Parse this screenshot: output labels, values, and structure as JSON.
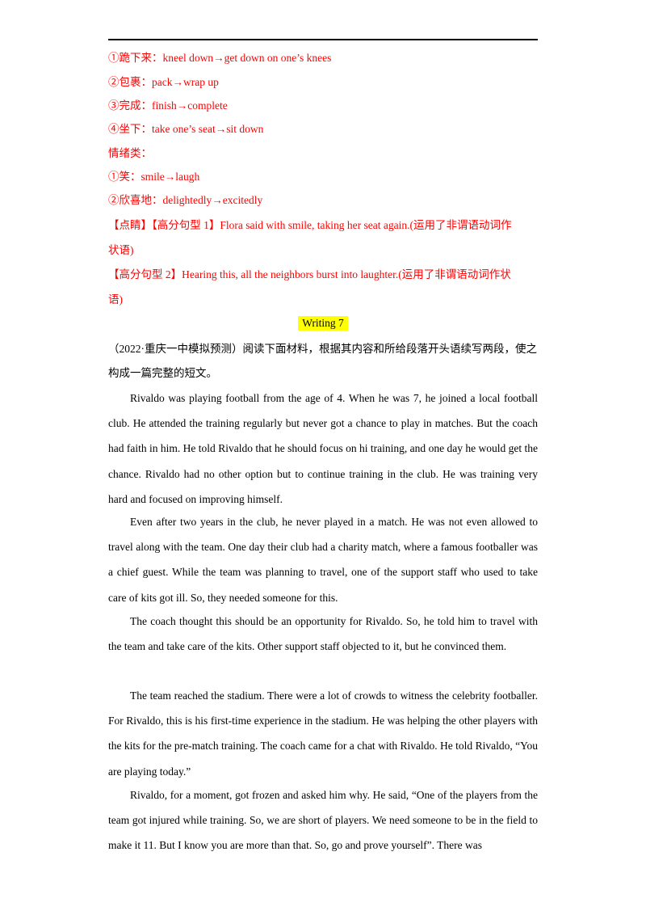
{
  "vocab": {
    "l1": "①跪下来：kneel down→get down on one’s knees",
    "l2": "②包裹：pack→wrap up",
    "l3": "③完成：finish→complete",
    "l4": "④坐下：take one’s seat→sit down",
    "l5": "情绪类：",
    "l6": "①笑：smile→laugh",
    "l7": "②欣喜地：delightedly→excitedly"
  },
  "highlights": {
    "s1_a": "【点睛】【高分句型 1】Flora said with smile, taking her seat again.(运用了非谓语动词作",
    "s1_b": "状语)",
    "s2_a": "【高分句型 2】Hearing this, all the neighbors burst into laughter.(运用了非谓语动词作状",
    "s2_b": "语)"
  },
  "section_title": "Writing  7",
  "intro": "（2022·重庆一中模拟预测）阅读下面材料，根据其内容和所给段落开头语续写两段，使之构成一篇完整的短文。",
  "paragraphs": [
    "Rivaldo was playing football from the age of 4. When he was 7, he joined a local football club. He attended the training regularly but never got a chance to play in matches. But the coach had faith in him. He told Rivaldo that he should focus on hi training, and one day he would get the chance. Rivaldo had no other option but to continue training in the club. He was training very hard and focused on improving himself.",
    "Even after two years in the club, he never played in a match. He was not even allowed to travel along with the team. One day their club had a charity match, where a famous footballer was a chief guest. While the team was planning to travel, one of the support staff who used to take care of kits got ill. So, they needed someone for this.",
    "The coach thought this should be an opportunity for Rivaldo. So, he told him to travel with the team and take care of the kits. Other support staff objected to it, but he convinced them.",
    "The team reached the stadium. There were a lot of crowds to witness the celebrity footballer. For Rivaldo, this is his first-time experience in the stadium. He was helping the other players with the kits for the pre-match training. The coach came for a chat with Rivaldo. He told Rivaldo, “You are playing today.”",
    "Rivaldo, for a moment, got frozen and asked him why. He said, “One of the players from the team got injured while training. So, we are short of players. We need someone to be in the field to make it 11. But I know you are more than that. So, go and prove yourself”. There was"
  ]
}
